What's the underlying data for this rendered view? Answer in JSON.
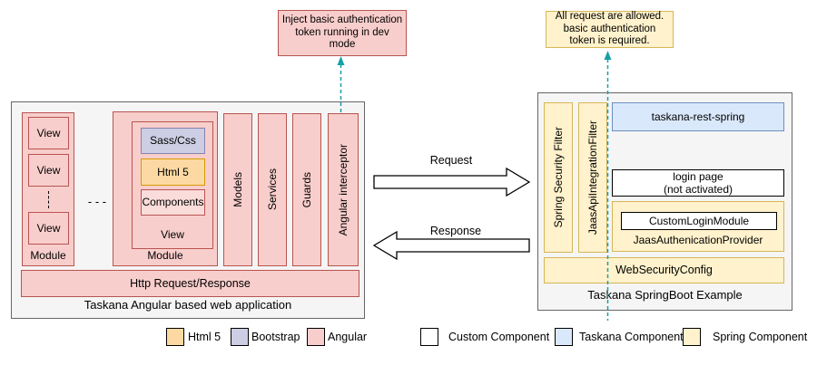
{
  "colors": {
    "angular_pink": "#f8cecc",
    "angular_border": "#b85450",
    "html5_orange": "#fcd9a2",
    "html5_border": "#d79b00",
    "bootstrap_purple": "#cdcde3",
    "bootstrap_border": "#8585ad",
    "spring_yellow": "#fff2cc",
    "spring_border": "#d6b656",
    "taskana_blue": "#dae8fc",
    "taskana_border": "#6c8ebf",
    "custom_white": "#ffffff",
    "custom_border": "#000000",
    "container_gray": "#f5f5f5",
    "container_border": "#666666",
    "teal_dashed_arrow": "#18a0a8"
  },
  "annotations": {
    "left_note": "Inject basic authentication\ntoken running in dev\nmode",
    "right_note": "All request are allowed.\nbasic authentication\ntoken is required."
  },
  "angular_app": {
    "title": "Taskana Angular based web application",
    "module1": {
      "label": "Module",
      "views": [
        "View",
        "View",
        "View"
      ]
    },
    "modules_ellipsis": "- - -",
    "module2": {
      "label": "Module",
      "view": {
        "label": "View",
        "sass": "Sass/Css",
        "html5": "Html 5",
        "components": "Components"
      }
    },
    "bars": [
      "Models",
      "Services",
      "Guards",
      "Angular interceptor"
    ],
    "http_bar": "Http Request/Response"
  },
  "flow": {
    "request": "Request",
    "response": "Response"
  },
  "springboot": {
    "title": "Taskana SpringBoot Example",
    "filters": [
      "Spring Security Filter",
      "JaasApiIntegrationFilter"
    ],
    "taskana_rest_spring": "taskana-rest-spring",
    "login_page": "login page\n(not activated)",
    "jaas_provider": "JaasAuthenicationProvider",
    "custom_login_module": "CustomLoginModule",
    "web_security_config": "WebSecurityConfig"
  },
  "legend": {
    "tech": [
      {
        "label": "Html 5",
        "color": "#fcd9a2"
      },
      {
        "label": "Bootstrap",
        "color": "#cdcde3"
      },
      {
        "label": "Angular",
        "color": "#f8cecc"
      }
    ],
    "components": [
      {
        "label": "Custom Component",
        "color": "#ffffff"
      },
      {
        "label": "Taskana Component",
        "color": "#dae8fc"
      },
      {
        "label": "Spring Component",
        "color": "#fff2cc"
      }
    ]
  }
}
